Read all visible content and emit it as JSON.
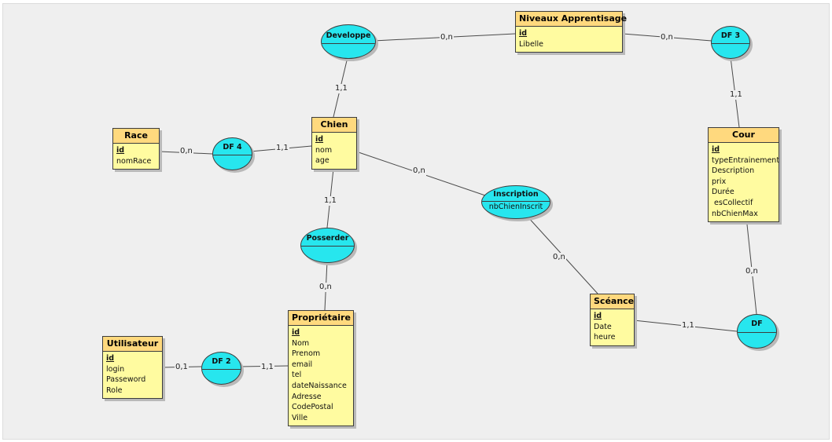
{
  "entities": {
    "niveaux": {
      "title": "Niveaux Apprentisage",
      "attrs": [
        "id",
        "Libelle"
      ]
    },
    "race": {
      "title": "Race",
      "attrs": [
        "id",
        "nomRace"
      ]
    },
    "chien": {
      "title": "Chien",
      "attrs": [
        "id",
        "nom",
        "age"
      ]
    },
    "cour": {
      "title": "Cour",
      "attrs": [
        "id",
        "typeEntrainement",
        "Description",
        "prix",
        "Durée",
        " esCollectif",
        "nbChienMax"
      ]
    },
    "proprietaire": {
      "title": "Propriétaire",
      "attrs": [
        "id",
        "Nom",
        "Prenom",
        "email",
        "tel",
        "dateNaissance",
        "Adresse",
        "CodePostal",
        "Ville"
      ]
    },
    "utilisateur": {
      "title": "Utilisateur",
      "attrs": [
        "id",
        "login",
        "Passeword",
        "Role"
      ]
    },
    "seance": {
      "title": "Scéance",
      "attrs": [
        "id",
        "Date",
        "heure"
      ]
    }
  },
  "associations": {
    "developpe": {
      "name": "Developpe"
    },
    "df3": {
      "name": "DF 3"
    },
    "df4": {
      "name": "DF 4"
    },
    "inscription": {
      "name": "Inscription",
      "attr": "nbChienInscrit"
    },
    "posserder": {
      "name": "Posserder"
    },
    "df2": {
      "name": "DF 2"
    },
    "df": {
      "name": "DF"
    }
  },
  "cardinalities": {
    "developpe_niveaux": "0,n",
    "niveaux_df3": "0,n",
    "developpe_chien": "1,1",
    "df3_cour": "1,1",
    "race_df4": "0,n",
    "df4_chien": "1,1",
    "chien_inscription": "0,n",
    "chien_posserder": "1,1",
    "posserder_proprietaire": "0,n",
    "inscription_seance": "0,n",
    "cour_df": "0,n",
    "seance_df": "1,1",
    "utilisateur_df2": "0,1",
    "df2_proprietaire": "1,1"
  }
}
